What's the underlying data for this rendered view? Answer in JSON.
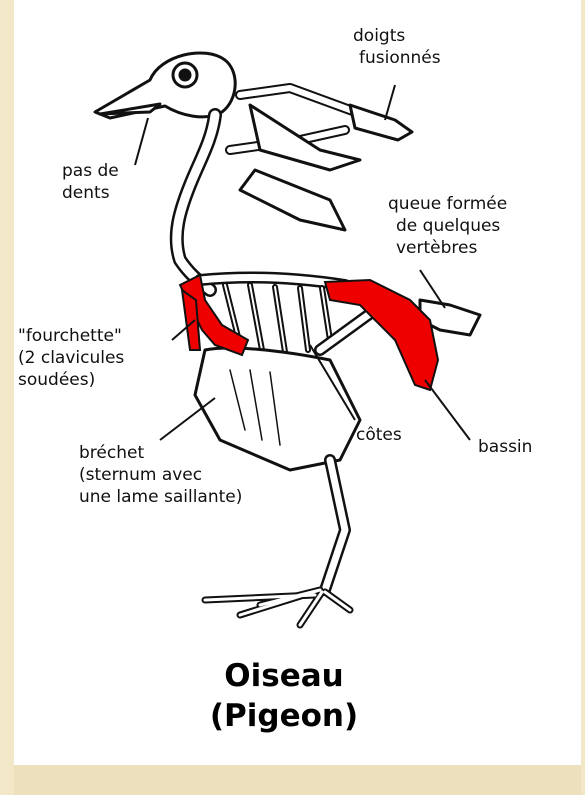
{
  "labels": {
    "doigts": [
      "doigts",
      "fusionnés"
    ],
    "dents": [
      "pas de",
      "dents"
    ],
    "queue": [
      "queue formée",
      "de quelques",
      "vertèbres"
    ],
    "fourchette": [
      "\"fourchette\"",
      "(2 clavicules",
      "soudées)"
    ],
    "brechet": [
      "bréchet",
      "(sternum avec",
      "une lame saillante)"
    ],
    "cotes": "côtes",
    "bassin": "bassin"
  },
  "title": [
    "Oiseau",
    "(Pigeon)"
  ],
  "colors": {
    "highlight": "#ee0000",
    "bone": "#ffffff",
    "outline": "#111111",
    "background": "#f2e7c6"
  }
}
